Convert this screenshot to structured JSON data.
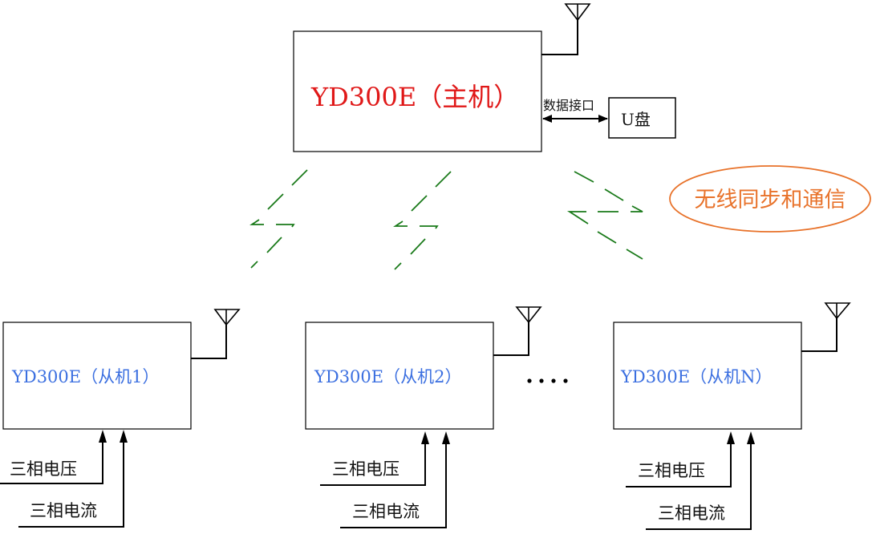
{
  "master": {
    "label": "YD300E（主机）",
    "color": "#e01818"
  },
  "storage": {
    "interface_label": "数据接口",
    "device_label": "U盘"
  },
  "wireless": {
    "label": "无线同步和通信",
    "label_color": "#e8722a",
    "signal_color": "#1a7a1a"
  },
  "slaves": [
    {
      "label": "YD300E（从机1）",
      "voltage_input": "三相电压",
      "current_input": "三相电流"
    },
    {
      "label": "YD300E（从机2）",
      "voltage_input": "三相电压",
      "current_input": "三相电流"
    },
    {
      "label": "YD300E（从机N）",
      "voltage_input": "三相电压",
      "current_input": "三相电流"
    }
  ],
  "slave_color": "#3b6fe0",
  "ellipsis": "····"
}
